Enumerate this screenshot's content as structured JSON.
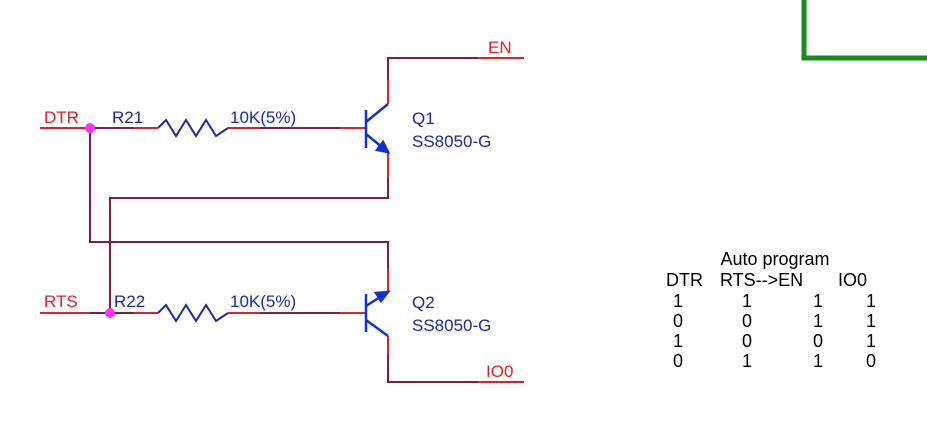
{
  "colors": {
    "wire": "#7a1f4a",
    "pin": "#e0202a",
    "net_label": "#e0202a",
    "part_label": "#1a2aa0",
    "transistor": "#1030d0",
    "junction": "#ff33ff",
    "frame": "#1a8a1a"
  },
  "nets": {
    "en": "EN",
    "dtr": "DTR",
    "rts": "RTS",
    "io0": "IO0"
  },
  "resistors": [
    {
      "ref": "R21",
      "value": "10K(5%)"
    },
    {
      "ref": "R22",
      "value": "10K(5%)"
    }
  ],
  "transistors": [
    {
      "ref": "Q1",
      "part": "SS8050-G"
    },
    {
      "ref": "Q2",
      "part": "SS8050-G"
    }
  ],
  "table": {
    "title": "Auto program",
    "headers": [
      "DTR",
      "RTS-->EN",
      "IO0"
    ],
    "rows": [
      [
        "1",
        "1",
        "1",
        "1"
      ],
      [
        "0",
        "0",
        "1",
        "1"
      ],
      [
        "1",
        "0",
        "0",
        "1"
      ],
      [
        "0",
        "1",
        "1",
        "0"
      ]
    ]
  }
}
